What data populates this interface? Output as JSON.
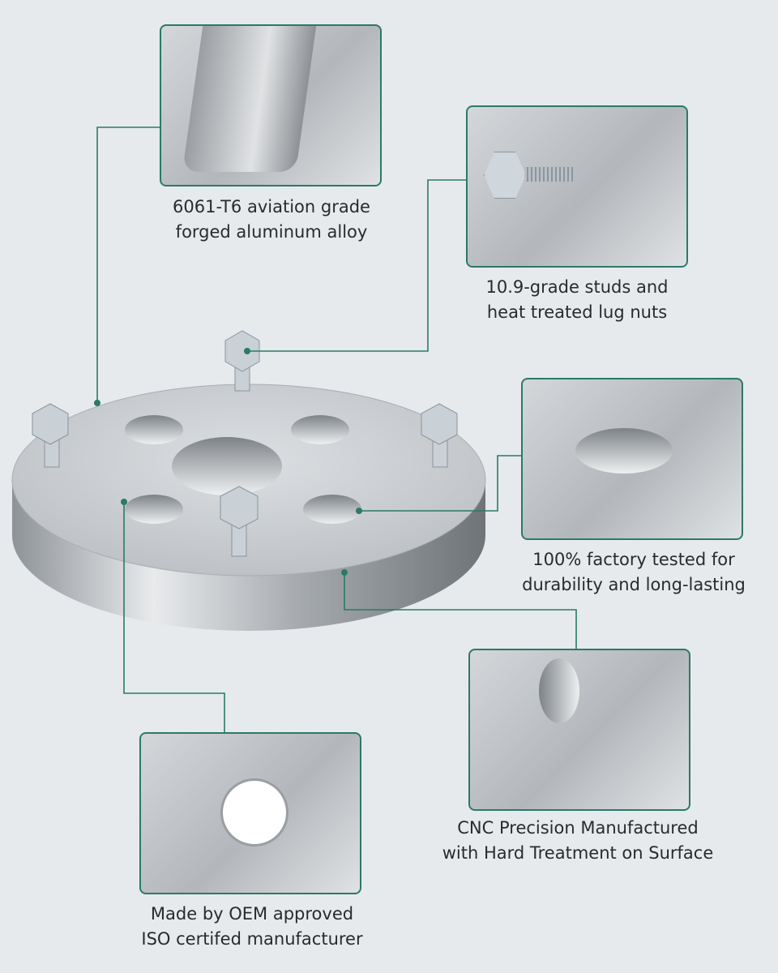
{
  "features": [
    {
      "line1": "6061-T6 aviation grade",
      "line2": "forged aluminum alloy"
    },
    {
      "line1": "10.9-grade studs and",
      "line2": "heat treated lug nuts"
    },
    {
      "line1": "100% factory tested for",
      "line2": "durability and long-lasting"
    },
    {
      "line1": "CNC Precision Manufactured",
      "line2": "with Hard Treatment on Surface"
    },
    {
      "line1": "Made by OEM approved",
      "line2": "ISO certifed manufacturer"
    }
  ],
  "colors": {
    "background": "#e6eaed",
    "accent": "#2b7a66"
  }
}
